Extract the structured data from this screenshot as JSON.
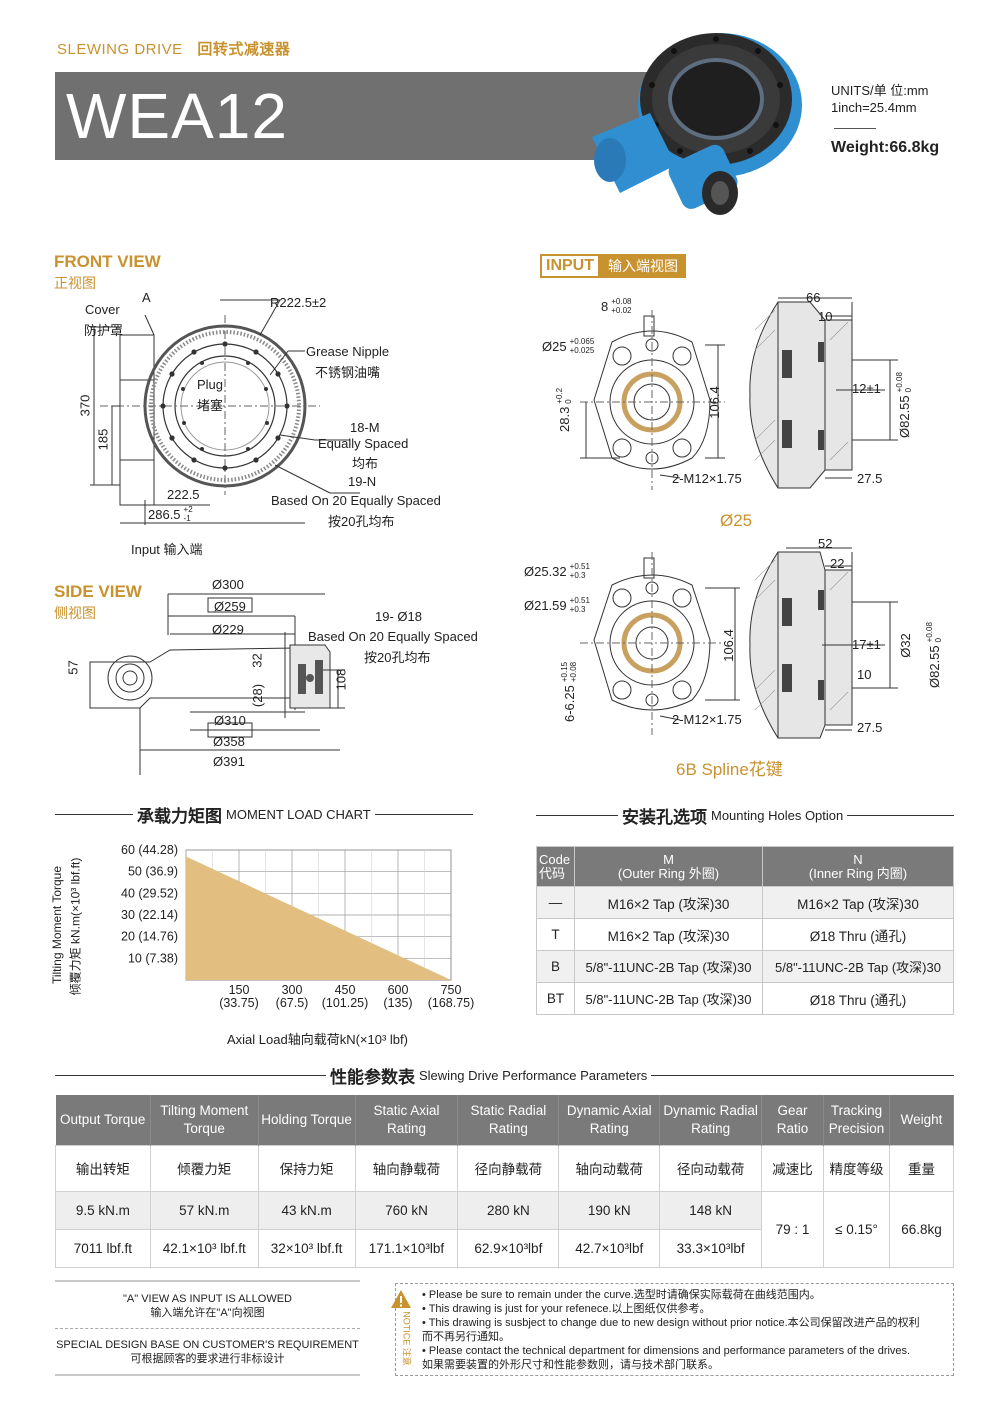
{
  "header": {
    "category_en": "SLEWING DRIVE",
    "category_cn": "回转式减速器",
    "model": "WEA12",
    "units_line1": "UNITS/单  位:mm",
    "units_line2": "1inch=25.4mm",
    "weight": "Weight:66.8kg"
  },
  "front_view": {
    "title": "FRONT VIEW",
    "subtitle": "正视图",
    "labels": {
      "a": "A",
      "cover_en": "Cover",
      "cover_cn": "防护罩",
      "radius": "R222.5±2",
      "grease_en": "Grease Nipple",
      "grease_cn": "不锈钢油嘴",
      "plug_en": "Plug",
      "plug_cn": "堵塞",
      "m_en": "18-M",
      "m_eq": "Equally Spaced",
      "m_cn": "均布",
      "n_en": "19-N",
      "n_eq": "Based On 20 Equally Spaced",
      "n_cn": "按20孔均布",
      "d370": "370",
      "d185": "185",
      "d222": "222.5",
      "d286": "286.5",
      "d286_up": "+2",
      "d286_lo": "-1",
      "input": "Input  输入端"
    }
  },
  "side_view": {
    "title": "SIDE VIEW",
    "subtitle": "侧视图",
    "labels": {
      "d300": "Ø300",
      "d259": "Ø259",
      "d229": "Ø229",
      "holes": "19- Ø18",
      "holes_eq": "Based On 20 Equally Spaced",
      "holes_cn": "按20孔均布",
      "d57": "57",
      "d32": "32",
      "d28": "(28)",
      "d108": "108",
      "d310": "Ø310",
      "d358": "Ø358",
      "d391": "Ø391"
    }
  },
  "input_view": {
    "title": "INPUT",
    "subtitle": "输入端视图",
    "top": {
      "key": "8",
      "key_up": "+0.08",
      "key_lo": "+0.02",
      "bore": "Ø25",
      "bore_up": "+0.065",
      "bore_lo": "+0.025",
      "h28": "28.3",
      "h28_up": "+0.2",
      "h28_lo": "0",
      "h106": "106.4",
      "taps": "2-M12×1.75",
      "w66": "66",
      "w10": "10",
      "w12": "12±1",
      "d82": "Ø82.55",
      "d82_up": "+0.08",
      "d82_lo": "0",
      "w27": "27.5",
      "caption": "Ø25"
    },
    "bottom": {
      "d2532": "Ø25.32",
      "d2532_up": "+0.51",
      "d2532_lo": "+0.3",
      "d2159": "Ø21.59",
      "d2159_up": "+0.51",
      "d2159_lo": "+0.3",
      "s625": "6-6.25",
      "s625_up": "+0.15",
      "s625_lo": "+0.08",
      "h106": "106.4",
      "taps": "2-M12×1.75",
      "w52": "52",
      "w22": "22",
      "w17": "17±1",
      "d32": "Ø32",
      "w10": "10",
      "d82": "Ø82.55",
      "d82_up": "+0.08",
      "d82_lo": "0",
      "w27": "27.5",
      "caption": "6B Spline花键"
    }
  },
  "moment_chart": {
    "heading_cn": "承载力矩图",
    "heading_en": "MOMENT LOAD CHART",
    "xlabel": "Axial Load轴向载荷kN(×10³ lbf)",
    "ylabel_en": "Tilting Moment Torque",
    "ylabel_cn": "倾覆力矩 kN.m(×10³ lbf.ft)"
  },
  "chart_data": {
    "type": "area",
    "title": "承载力矩图 MOMENT LOAD CHART",
    "xlabel": "Axial Load轴向载荷kN(×10³ lbf)",
    "ylabel": "Tilting Moment Torque 倾覆力矩 kN.m(×10³ lbf.ft)",
    "x_ticks": [
      "150\n(33.75)",
      "300\n(67.5)",
      "450\n(101.25)",
      "600\n(135)",
      "750\n(168.75)"
    ],
    "x_tick_values": [
      150,
      300,
      450,
      600,
      750
    ],
    "y_ticks": [
      "10  (7.38)",
      "20 (14.76)",
      "30 (22.14)",
      "40 (29.52)",
      "50  (36.9)",
      "60 (44.28)"
    ],
    "y_tick_values": [
      10,
      20,
      30,
      40,
      50,
      60
    ],
    "xlim": [
      0,
      750
    ],
    "ylim": [
      0,
      60
    ],
    "series": [
      {
        "x": [
          0,
          760
        ],
        "y": [
          57,
          0
        ]
      }
    ],
    "grid": true,
    "fill_color": "#e2bf80"
  },
  "mounting": {
    "heading_cn": "安装孔选项",
    "heading_en": "Mounting Holes Option",
    "col_code_en": "Code",
    "col_code_cn": "代码",
    "col_m_top": "M",
    "col_m_sub": "(Outer Ring 外圈)",
    "col_n_top": "N",
    "col_n_sub": "(Inner Ring 内圈)",
    "rows": [
      {
        "code": "—",
        "m": "M16×2 Tap (攻深)30",
        "n": "M16×2 Tap (攻深)30"
      },
      {
        "code": "T",
        "m": "M16×2 Tap (攻深)30",
        "n": "Ø18 Thru (通孔)"
      },
      {
        "code": "B",
        "m": "5/8\"-11UNC-2B Tap (攻深)30",
        "n": "5/8\"-11UNC-2B Tap (攻深)30"
      },
      {
        "code": "BT",
        "m": "5/8\"-11UNC-2B Tap (攻深)30",
        "n": "Ø18 Thru (通孔)"
      }
    ]
  },
  "performance": {
    "heading_cn": "性能参数表",
    "heading_en": "Slewing Drive Performance Parameters",
    "headers_en": [
      "Output Torque",
      "Tilting Moment Torque",
      "Holding Torque",
      "Static Axial Rating",
      "Static Radial Rating",
      "Dynamic Axial Rating",
      "Dynamic Radial Rating",
      "Gear Ratio",
      "Tracking Precision",
      "Weight"
    ],
    "headers_cn": [
      "输出转矩",
      "倾覆力矩",
      "保持力矩",
      "轴向静载荷",
      "径向静载荷",
      "轴向动载荷",
      "径向动载荷",
      "减速比",
      "精度等级",
      "重量"
    ],
    "row_metric": [
      "9.5 kN.m",
      "57 kN.m",
      "43 kN.m",
      "760 kN",
      "280 kN",
      "190 kN",
      "148 kN"
    ],
    "row_imperial": [
      "7011 lbf.ft",
      "42.1×10³ lbf.ft",
      "32×10³ lbf.ft",
      "171.1×10³lbf",
      "62.9×10³lbf",
      "42.7×10³lbf",
      "33.3×10³lbf"
    ],
    "ratio": "79 : 1",
    "precision": "≤ 0.15°",
    "weight": "66.8kg"
  },
  "footer": {
    "left1_en": "\"A\" VIEW AS INPUT IS ALLOWED",
    "left1_cn": "输入端允许在\"A\"向视图",
    "left2_en": "SPECIAL DESIGN BASE ON CUSTOMER'S REQUIREMENT",
    "left2_cn": "可根据顾客的要求进行非标设计",
    "notice": "NOTICE 注意",
    "notes": [
      "• Please be sure to remain under the curve.选型时请确保实际载荷在曲线范围内。",
      "• This drawing is just for your refenece.以上图纸仅供参考。",
      "• This drawing is susbject to change due to new design without prior notice.本公司保留改进产品的权利",
      "  而不再另行通知。",
      "• Please contact the technical department for dimensions and performance parameters of the drives.",
      "  如果需要装置的外形尺寸和性能参数则，请与技术部门联系。"
    ]
  }
}
